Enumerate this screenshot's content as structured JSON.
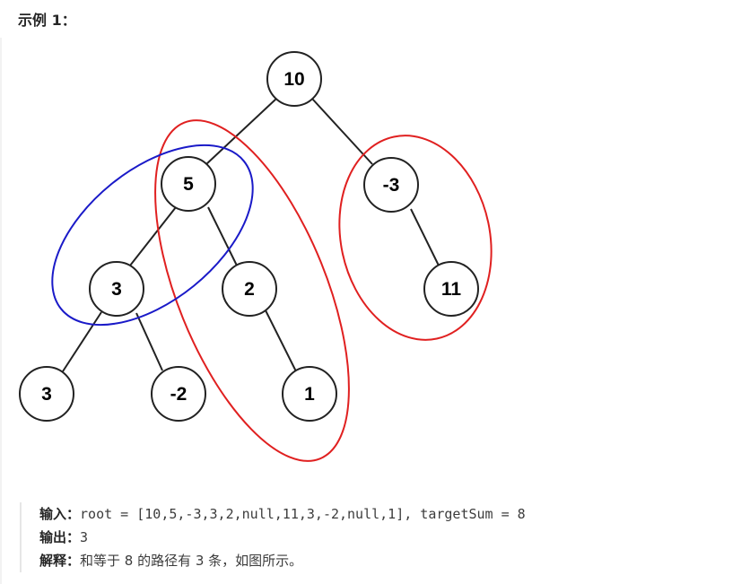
{
  "heading": "示例 1：",
  "tree": {
    "nodes": {
      "n10": "10",
      "n5": "5",
      "nm3": "-3",
      "n3a": "3",
      "n2": "2",
      "n11": "11",
      "n3b": "3",
      "nm2": "-2",
      "n1": "1"
    },
    "colors": {
      "node_stroke": "#222222",
      "edge": "#222222",
      "path_red": "#e02020",
      "path_blue": "#1a1ac8"
    }
  },
  "example": {
    "input_label": "输入：",
    "input_value": "root = [10,5,-3,3,2,null,11,3,-2,null,1], targetSum = 8",
    "output_label": "输出：",
    "output_value": "3",
    "explain_label": "解释：",
    "explain_value": "和等于 8 的路径有 3 条，如图所示。"
  }
}
